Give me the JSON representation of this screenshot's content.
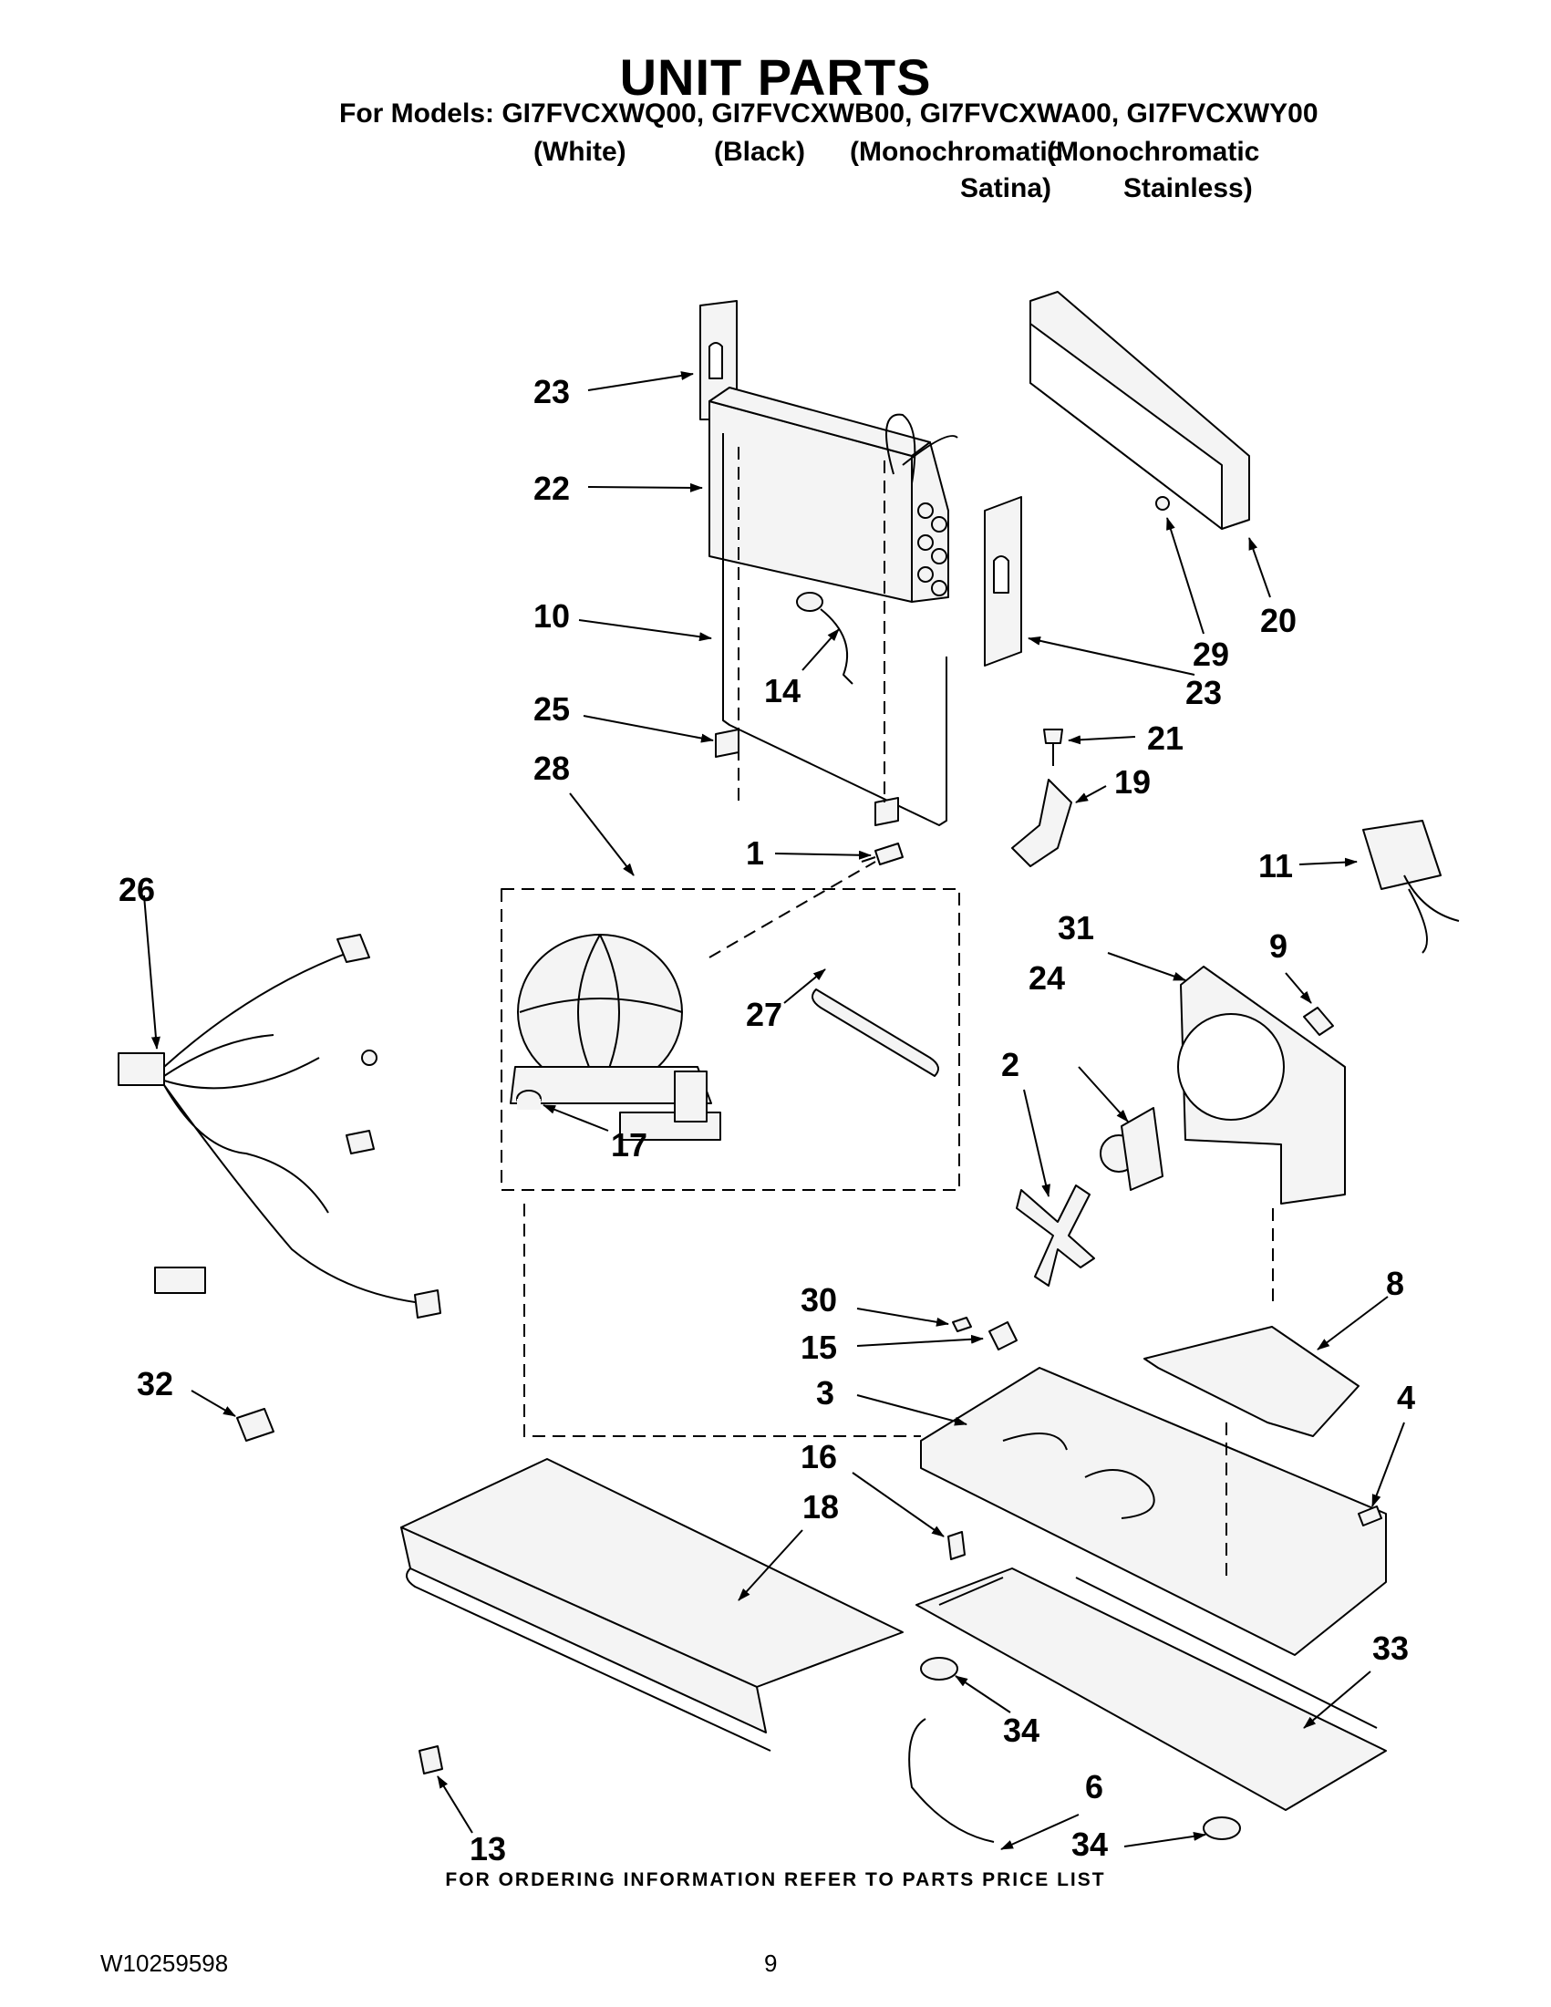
{
  "header": {
    "title": "UNIT PARTS",
    "models_line": "For Models: GI7FVCXWQ00, GI7FVCXWB00, GI7FVCXWA00, GI7FVCXWY00",
    "finishes": [
      "(White)",
      "(Black)",
      "(Monochromatic",
      "(Monochromatic",
      "Satina)",
      "Stainless)"
    ]
  },
  "callouts": [
    "23",
    "22",
    "10",
    "14",
    "25",
    "28",
    "1",
    "27",
    "17",
    "23",
    "20",
    "29",
    "21",
    "19",
    "11",
    "9",
    "31",
    "24",
    "2",
    "26",
    "32",
    "30",
    "15",
    "3",
    "8",
    "4",
    "16",
    "18",
    "13",
    "34",
    "33",
    "6",
    "34"
  ],
  "footer": {
    "note": "FOR ORDERING INFORMATION REFER TO PARTS PRICE LIST",
    "doc_number": "W10259598",
    "page_number": "9"
  },
  "colors": {
    "ink": "#000000",
    "paper": "#ffffff",
    "part_fill": "#f4f4f4"
  }
}
